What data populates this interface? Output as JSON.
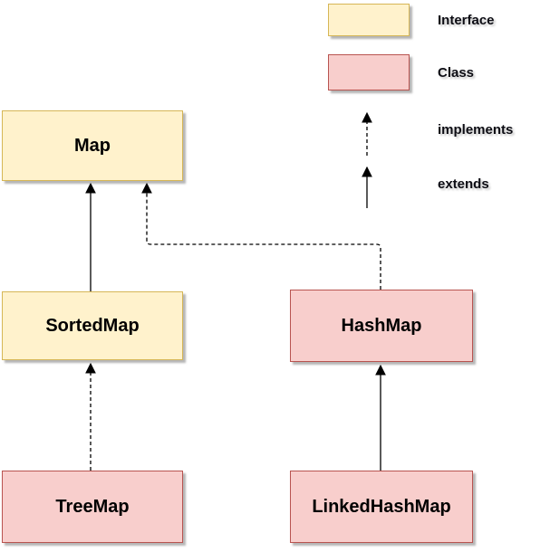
{
  "diagram": {
    "kind": "uml-class-hierarchy",
    "subject": "Java Map hierarchy",
    "colors": {
      "interface_fill": "#fff2cc",
      "interface_stroke": "#d6b656",
      "class_fill": "#f8cecc",
      "class_stroke": "#b85450",
      "edge": "#000000",
      "background": "#ffffff"
    },
    "nodes": [
      {
        "id": "map",
        "label": "Map",
        "type": "interface"
      },
      {
        "id": "sortedmap",
        "label": "SortedMap",
        "type": "interface"
      },
      {
        "id": "hashmap",
        "label": "HashMap",
        "type": "class"
      },
      {
        "id": "treemap",
        "label": "TreeMap",
        "type": "class"
      },
      {
        "id": "linkedhashmap",
        "label": "LinkedHashMap",
        "type": "class"
      }
    ],
    "edges": [
      {
        "from": "SortedMap",
        "to": "Map",
        "relation": "extends",
        "style": "solid-arrow"
      },
      {
        "from": "HashMap",
        "to": "Map",
        "relation": "implements",
        "style": "dashed-arrow"
      },
      {
        "from": "TreeMap",
        "to": "SortedMap",
        "relation": "implements",
        "style": "dashed-arrow"
      },
      {
        "from": "LinkedHashMap",
        "to": "HashMap",
        "relation": "extends",
        "style": "solid-arrow"
      }
    ],
    "legend": {
      "items": [
        {
          "label": "Interface",
          "swatch": "yellow-box"
        },
        {
          "label": "Class",
          "swatch": "pink-box"
        },
        {
          "label": "implements",
          "swatch": "dashed-up-arrow"
        },
        {
          "label": "extends",
          "swatch": "solid-up-arrow"
        }
      ]
    }
  }
}
